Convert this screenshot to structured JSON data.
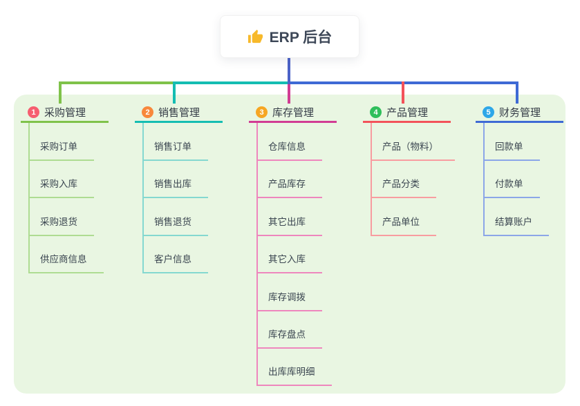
{
  "root": {
    "label": "ERP 后台",
    "icon": "thumbs-up-icon",
    "icon_color": "#f7b92b"
  },
  "canvas": {
    "panel_bg": "#e9f6e2",
    "trunk_color": "#4b62c8"
  },
  "branches": [
    {
      "badge": "1",
      "badge_color": "#f65e70",
      "label": "采购管理",
      "line_color": "#7fc24a",
      "child_line_color": "#aedc92",
      "children": [
        "采购订单",
        "采购入库",
        "采购退货",
        "供应商信息"
      ]
    },
    {
      "badge": "2",
      "badge_color": "#f8883c",
      "label": "销售管理",
      "line_color": "#15bdb2",
      "child_line_color": "#84d8d0",
      "children": [
        "销售订单",
        "销售出库",
        "销售退货",
        "客户信息"
      ]
    },
    {
      "badge": "3",
      "badge_color": "#f6a623",
      "label": "库存管理",
      "line_color": "#d13c93",
      "child_line_color": "#ee86bd",
      "children": [
        "仓库信息",
        "产品库存",
        "其它出库",
        "其它入库",
        "库存调拨",
        "库存盘点",
        "出库库明细"
      ]
    },
    {
      "badge": "4",
      "badge_color": "#2fbf5b",
      "label": "产品管理",
      "line_color": "#f3525a",
      "child_line_color": "#f89ca0",
      "children": [
        "产品（物料）",
        "产品分类",
        "产品单位"
      ]
    },
    {
      "badge": "5",
      "badge_color": "#2ea7e8",
      "label": "财务管理",
      "line_color": "#3e6ad5",
      "child_line_color": "#8ba6e8",
      "children": [
        "回款单",
        "付款单",
        "结算账户"
      ]
    }
  ]
}
